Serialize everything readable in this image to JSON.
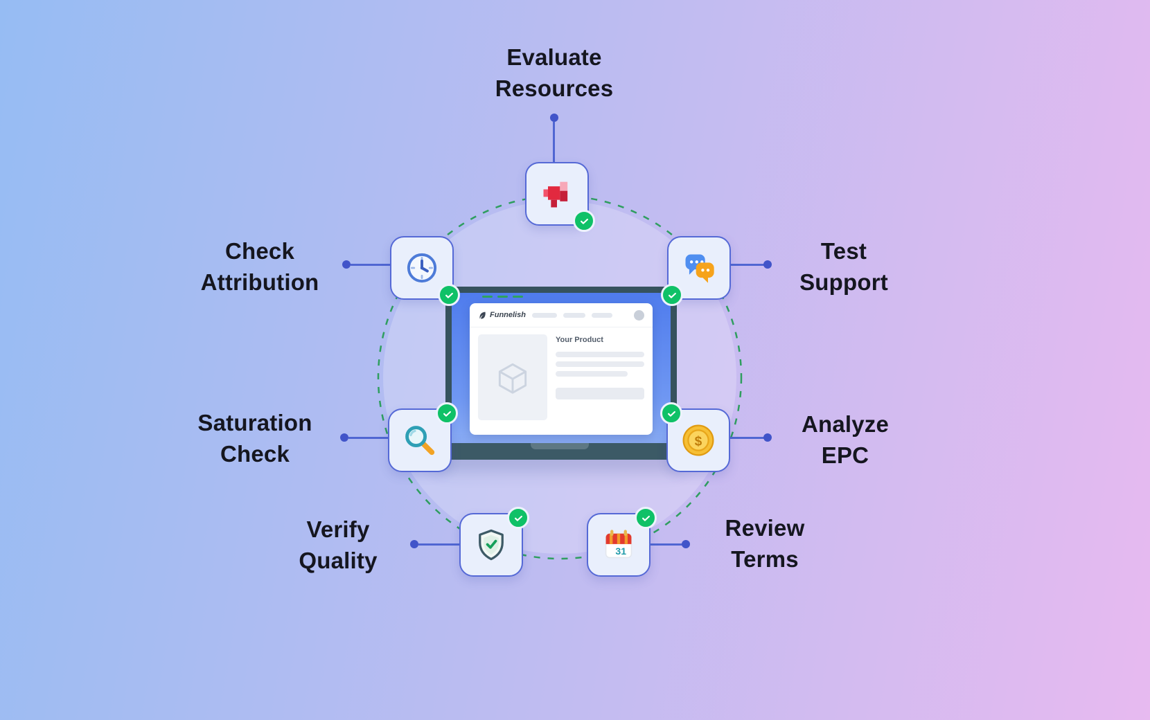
{
  "diagram": {
    "items": [
      {
        "label_line1": "Evaluate",
        "label_line2": "Resources",
        "icon": "megaphone-icon"
      },
      {
        "label_line1": "Check",
        "label_line2": "Attribution",
        "icon": "clock-icon"
      },
      {
        "label_line1": "Test",
        "label_line2": "Support",
        "icon": "chat-bubbles-icon"
      },
      {
        "label_line1": "Saturation",
        "label_line2": "Check",
        "icon": "magnifier-icon"
      },
      {
        "label_line1": "Analyze",
        "label_line2": "EPC",
        "icon": "dollar-coin-icon"
      },
      {
        "label_line1": "Verify",
        "label_line2": "Quality",
        "icon": "shield-check-icon"
      },
      {
        "label_line1": "Review",
        "label_line2": "Terms",
        "icon": "calendar-icon"
      }
    ]
  },
  "laptop": {
    "brand": "Funnelish",
    "product_title": "Your Product"
  },
  "glyphs": {
    "coin_symbol": "$",
    "calendar_day": "31"
  },
  "colors": {
    "bg_start": "#96bcf3",
    "bg_end": "#e7baf0",
    "connector": "#5066d2",
    "card_border": "#5569d6",
    "dashed_ring": "#2f9e5f",
    "badge_green": "#0fc167",
    "label_text": "#15161f"
  }
}
